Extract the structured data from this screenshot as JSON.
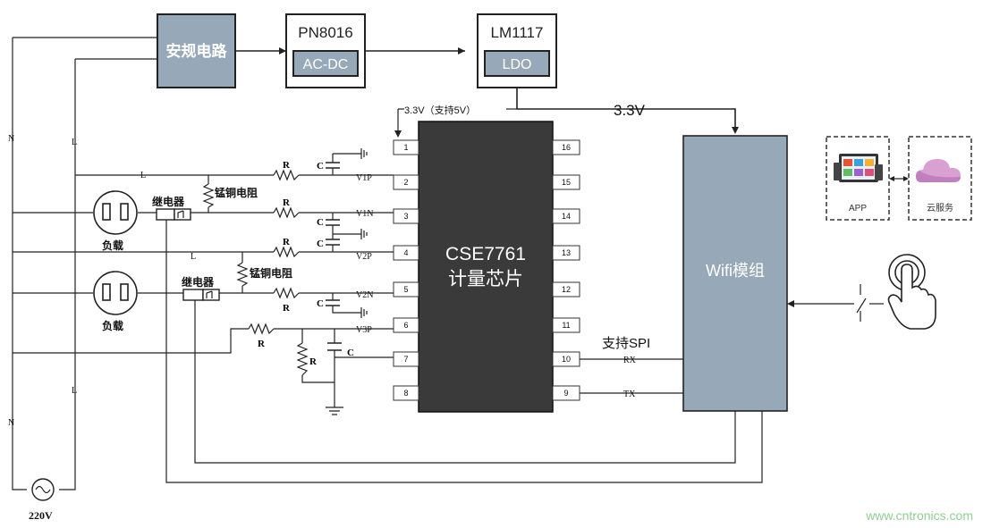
{
  "blocks": {
    "safety": "安规电路",
    "pn8016_title": "PN8016",
    "acdc": "AC-DC",
    "lm1117_title": "LM1117",
    "ldo": "LDO",
    "chip_line1": "CSE7761",
    "chip_line2": "计量芯片",
    "wifi": "Wifi模组",
    "app": "APP",
    "cloud": "云服务"
  },
  "labels": {
    "v33_support": "3.3V（支持5V）",
    "v33": "3.3V",
    "spi": "支持SPI",
    "rx": "RX",
    "tx": "TX",
    "v220": "220V",
    "n": "N",
    "l": "L",
    "r": "R",
    "c": "C",
    "v1p": "V1P",
    "v1n": "V1N",
    "v2p": "V2P",
    "v2n": "V2N",
    "v3p": "V3P",
    "shunt": "锰铜电阻",
    "relay": "继电器",
    "load": "负载",
    "watermark": "www.cntronics.com"
  },
  "pins_left": [
    "1",
    "2",
    "3",
    "4",
    "5",
    "6",
    "7",
    "8"
  ],
  "pins_right": [
    "16",
    "15",
    "14",
    "13",
    "12",
    "11",
    "10",
    "9"
  ],
  "colors": {
    "block_gray": "#97a9b8",
    "chip": "#3a3a3a",
    "watermark": "#8fd08f"
  }
}
